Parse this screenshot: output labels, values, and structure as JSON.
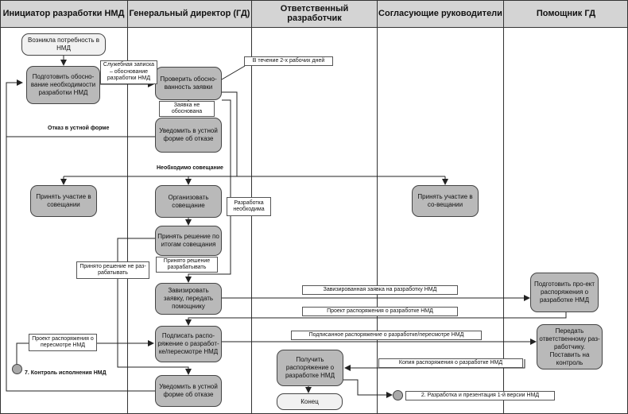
{
  "lanes": [
    "Инициатор разработки НМД",
    "Генеральный директор (ГД)",
    "Ответственный разработчик",
    "Согласующие руководители",
    "Помощник ГД"
  ],
  "nodes": {
    "need": "Возникла потребность в НМД",
    "prepare": "Подготовить обосно-вание необходимости разработки НМД",
    "check": "Проверить обосно-ванность заявки",
    "notify_refusal1": "Уведомить в устной форме об отказе",
    "join_meeting1": "Принять участие в совещании",
    "organize": "Организовать совещание",
    "join_meeting2": "Принять участие в со-вещании",
    "decide": "Принять решение по итогам совещания",
    "endorse": "Завизировать заявку, передать помощнику",
    "draft_order": "Подготовить про-ект распоряжения о разработке НМД",
    "sign": "Подписать распо-ряжение о разработ-ке/пересмотре НМД",
    "transfer": "Передать ответственному раз-работчику. Поставить на контроль",
    "receive": "Получить распоряжение о разработке НМД",
    "notify_refusal2": "Уведомить в устной форме об отказе",
    "end": "Конец"
  },
  "labels": {
    "memo": "Служебная записка – обоснование разработки НМД",
    "two_days": "В течение 2-х рабочих дней",
    "not_justified": "Заявка не обоснована",
    "oral_refusal": "Отказ в устной форме",
    "meeting_needed": "Необходимо совещание",
    "dev_needed": "Разработка необходима",
    "decision_no": "Принято решение не раз-рабатывать",
    "decision_yes": "Принято решение разрабатывать",
    "endorsed_request": "Завизированная заявка на разработку НМД",
    "draft_to_gd": "Проект распоряжения о разработке НМД",
    "signed_order": "Подписанное распоряжение о разработке/пересмотре НМД",
    "copy_order": "Копия распоряжения о разработке НМД",
    "draft_revision": "Проект распоряжения о пересмотре НМД",
    "control": "7. Контроль исполнения НМД",
    "next_step": "2. Разработка и презентация 1-й версии НМД"
  }
}
